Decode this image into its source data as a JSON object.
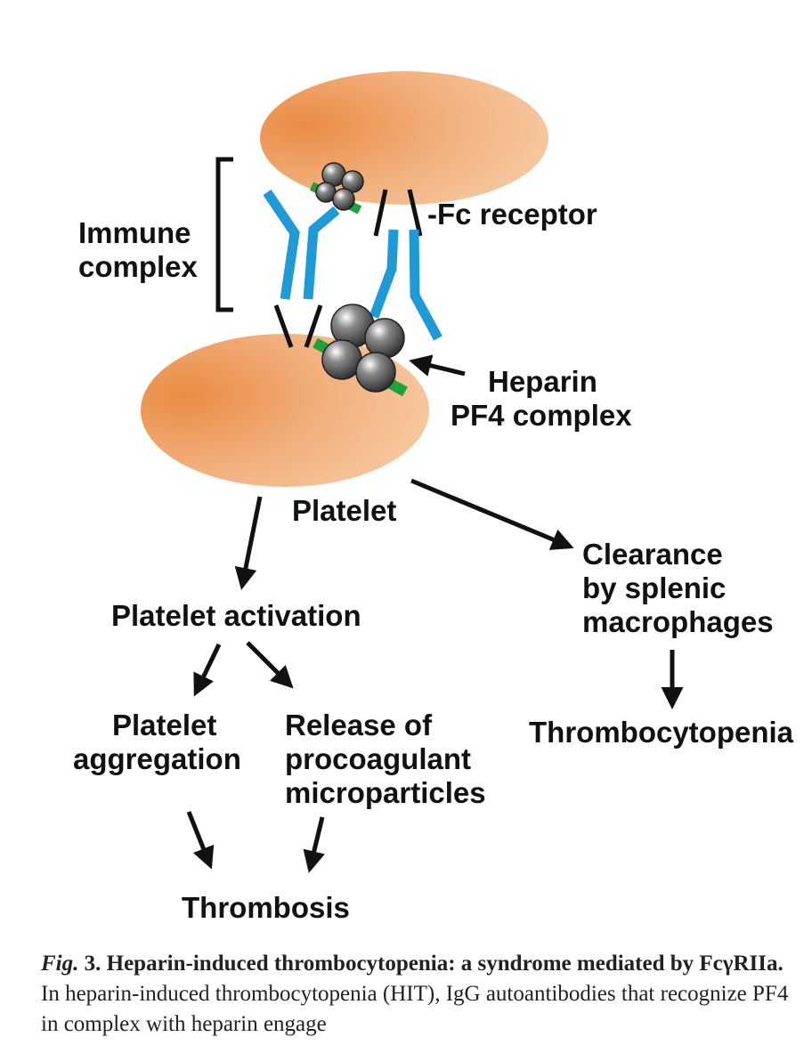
{
  "diagram": {
    "labels": {
      "immune_complex": [
        "Immune",
        "complex"
      ],
      "fc_receptor": "-Fc receptor",
      "heparin_pf4": [
        "Heparin",
        "PF4 complex"
      ],
      "platelet": "Platelet",
      "clearance": [
        "Clearance",
        "by splenic",
        "macrophages"
      ],
      "platelet_activation": "Platelet activation",
      "platelet_aggregation": [
        "Platelet",
        "aggregation"
      ],
      "release": [
        "Release of",
        "procoagulant",
        "microparticles"
      ],
      "thrombocytopenia": "Thrombocytopenia",
      "thrombosis": "Thrombosis"
    },
    "colors": {
      "platelet_fill": "#f2b07d",
      "platelet_dark": "#e98c45",
      "antibody": "#1f9ad6",
      "heparin": "#1ea23c",
      "pf4": "#555555",
      "arrow": "#111111"
    }
  },
  "caption": {
    "fig_label": "Fig.",
    "fig_number": "3.",
    "title": "Heparin-induced thrombocytopenia: a syndrome mediated by FcγRIIa.",
    "body": "In heparin-induced thrombocytopenia (HIT), IgG autoantibodies that recognize PF4 in complex with heparin engage"
  }
}
